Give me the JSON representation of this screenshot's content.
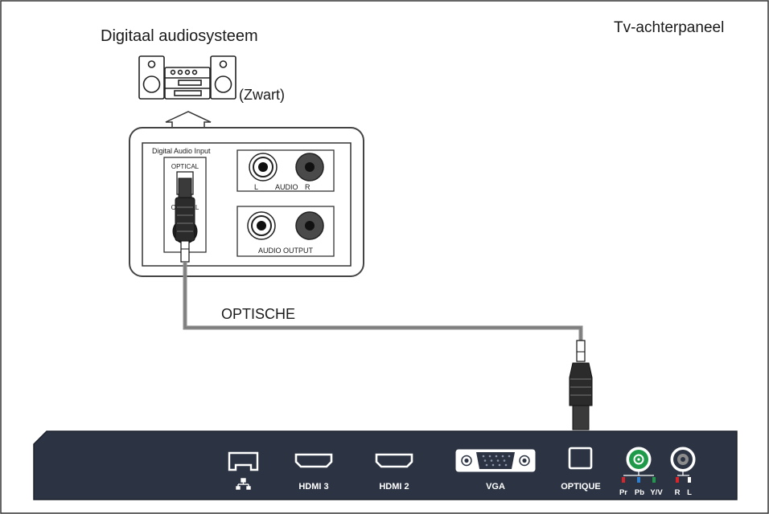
{
  "labels": {
    "audio_system_title": "Digitaal audiosysteem",
    "panel_title": "Tv-achterpaneel",
    "color_note": "(Zwart)",
    "cable_label": "OPTISCHE"
  },
  "receiver_panel": {
    "input_heading": "Digital Audio Input",
    "optical": "OPTICAL",
    "coaxial": "COAXIAL",
    "audio_left": "L",
    "audio_mid": "AUDIO",
    "audio_right": "R",
    "audio_output": "AUDIO OUTPUT"
  },
  "tv_ports": {
    "hdmi3": "HDMI 3",
    "hdmi2": "HDMI 2",
    "vga": "VGA",
    "optique": "OPTIQUE",
    "pr": "Pr",
    "pb": "Pb",
    "yv": "Y/V",
    "r": "R",
    "l": "L"
  },
  "colors": {
    "tv_panel": "#2c3444",
    "cable": "#8c8c8c",
    "component_green": "#1e9a4a",
    "pr_red": "#d8242b",
    "pb_blue": "#2f7fd0"
  }
}
